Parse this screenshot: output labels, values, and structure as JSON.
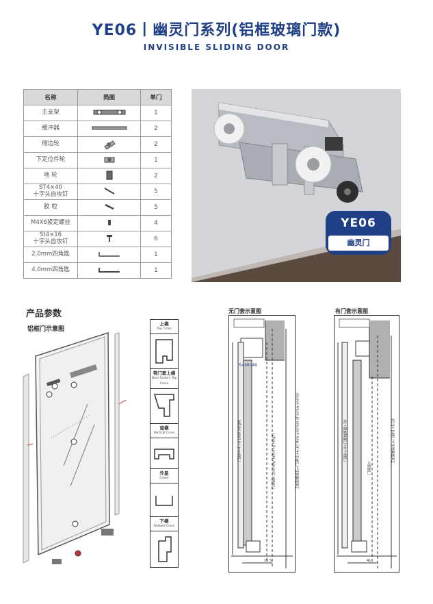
{
  "header": {
    "title": "YE06丨幽灵门系列(铝框玻璃门款)",
    "subtitle": "INVISIBLE SLIDING DOOR"
  },
  "parts_table": {
    "headers": [
      "名称",
      "简图",
      "单门"
    ],
    "rows": [
      {
        "name": "主支架",
        "qty": "1",
        "icon": "main-bracket-icon"
      },
      {
        "name": "缓冲器",
        "qty": "2",
        "icon": "damper-icon"
      },
      {
        "name": "侧边轮",
        "qty": "2",
        "icon": "side-wheel-icon"
      },
      {
        "name": "下定位件轮",
        "qty": "1",
        "icon": "bottom-guide-wheel-icon"
      },
      {
        "name": "地  轮",
        "qty": "2",
        "icon": "floor-wheel-icon"
      },
      {
        "name": "ST4×40\n十字头自攻钉",
        "qty": "5",
        "icon": "long-screw-icon"
      },
      {
        "name": "胶  粒",
        "qty": "5",
        "icon": "wall-plug-icon"
      },
      {
        "name": "M4X6紧定螺丝",
        "qty": "4",
        "icon": "set-screw-icon"
      },
      {
        "name": "St4×16\n十字头自攻钉",
        "qty": "6",
        "icon": "short-screw-icon"
      },
      {
        "name": "2.0mm四角匙",
        "qty": "1",
        "icon": "allen-key-small-icon"
      },
      {
        "name": "4.0mm四角匙",
        "qty": "1",
        "icon": "allen-key-large-icon"
      }
    ]
  },
  "badge": {
    "model": "YE06",
    "name": "幽灵门"
  },
  "section": {
    "title": "产品参数",
    "diagram_title": "铝框门示意图"
  },
  "profiles": [
    {
      "cn": "上横",
      "en": "Top Cross"
    },
    {
      "cn": "带门套上横",
      "en": "Door Covers Top Cross"
    },
    {
      "cn": "竖横",
      "en": "Vertical Cross"
    },
    {
      "cn": "外盖",
      "en": "Cover"
    },
    {
      "cn": "下横",
      "en": "Bottom Cross"
    }
  ],
  "diagram_no_cover": {
    "title": "无门套示意图",
    "s_label": "S=Min40",
    "dim_bottom": "21.5",
    "dim_door_height": "门高H=H-70",
    "dim_door_height_en": "Door height",
    "dim_opening": "门洞高H",
    "dim_opening_en": "Doorway opening height",
    "dim_screw": "Z支架螺丝孔=门洞h1+6-10",
    "dim_screw_en": "Hole position of screw anchor"
  },
  "diagram_with_cover": {
    "title": "有门套示意图",
    "dim_bottom": "41",
    "dim_door_height": "门高H=H+门套线厚度+70",
    "dim_opening": "门洞高H",
    "dim_screw": "Z支架螺丝孔=门洞h1+6-10"
  },
  "colors": {
    "brand": "#1f3f86",
    "table_header": "#d9d9d9"
  }
}
